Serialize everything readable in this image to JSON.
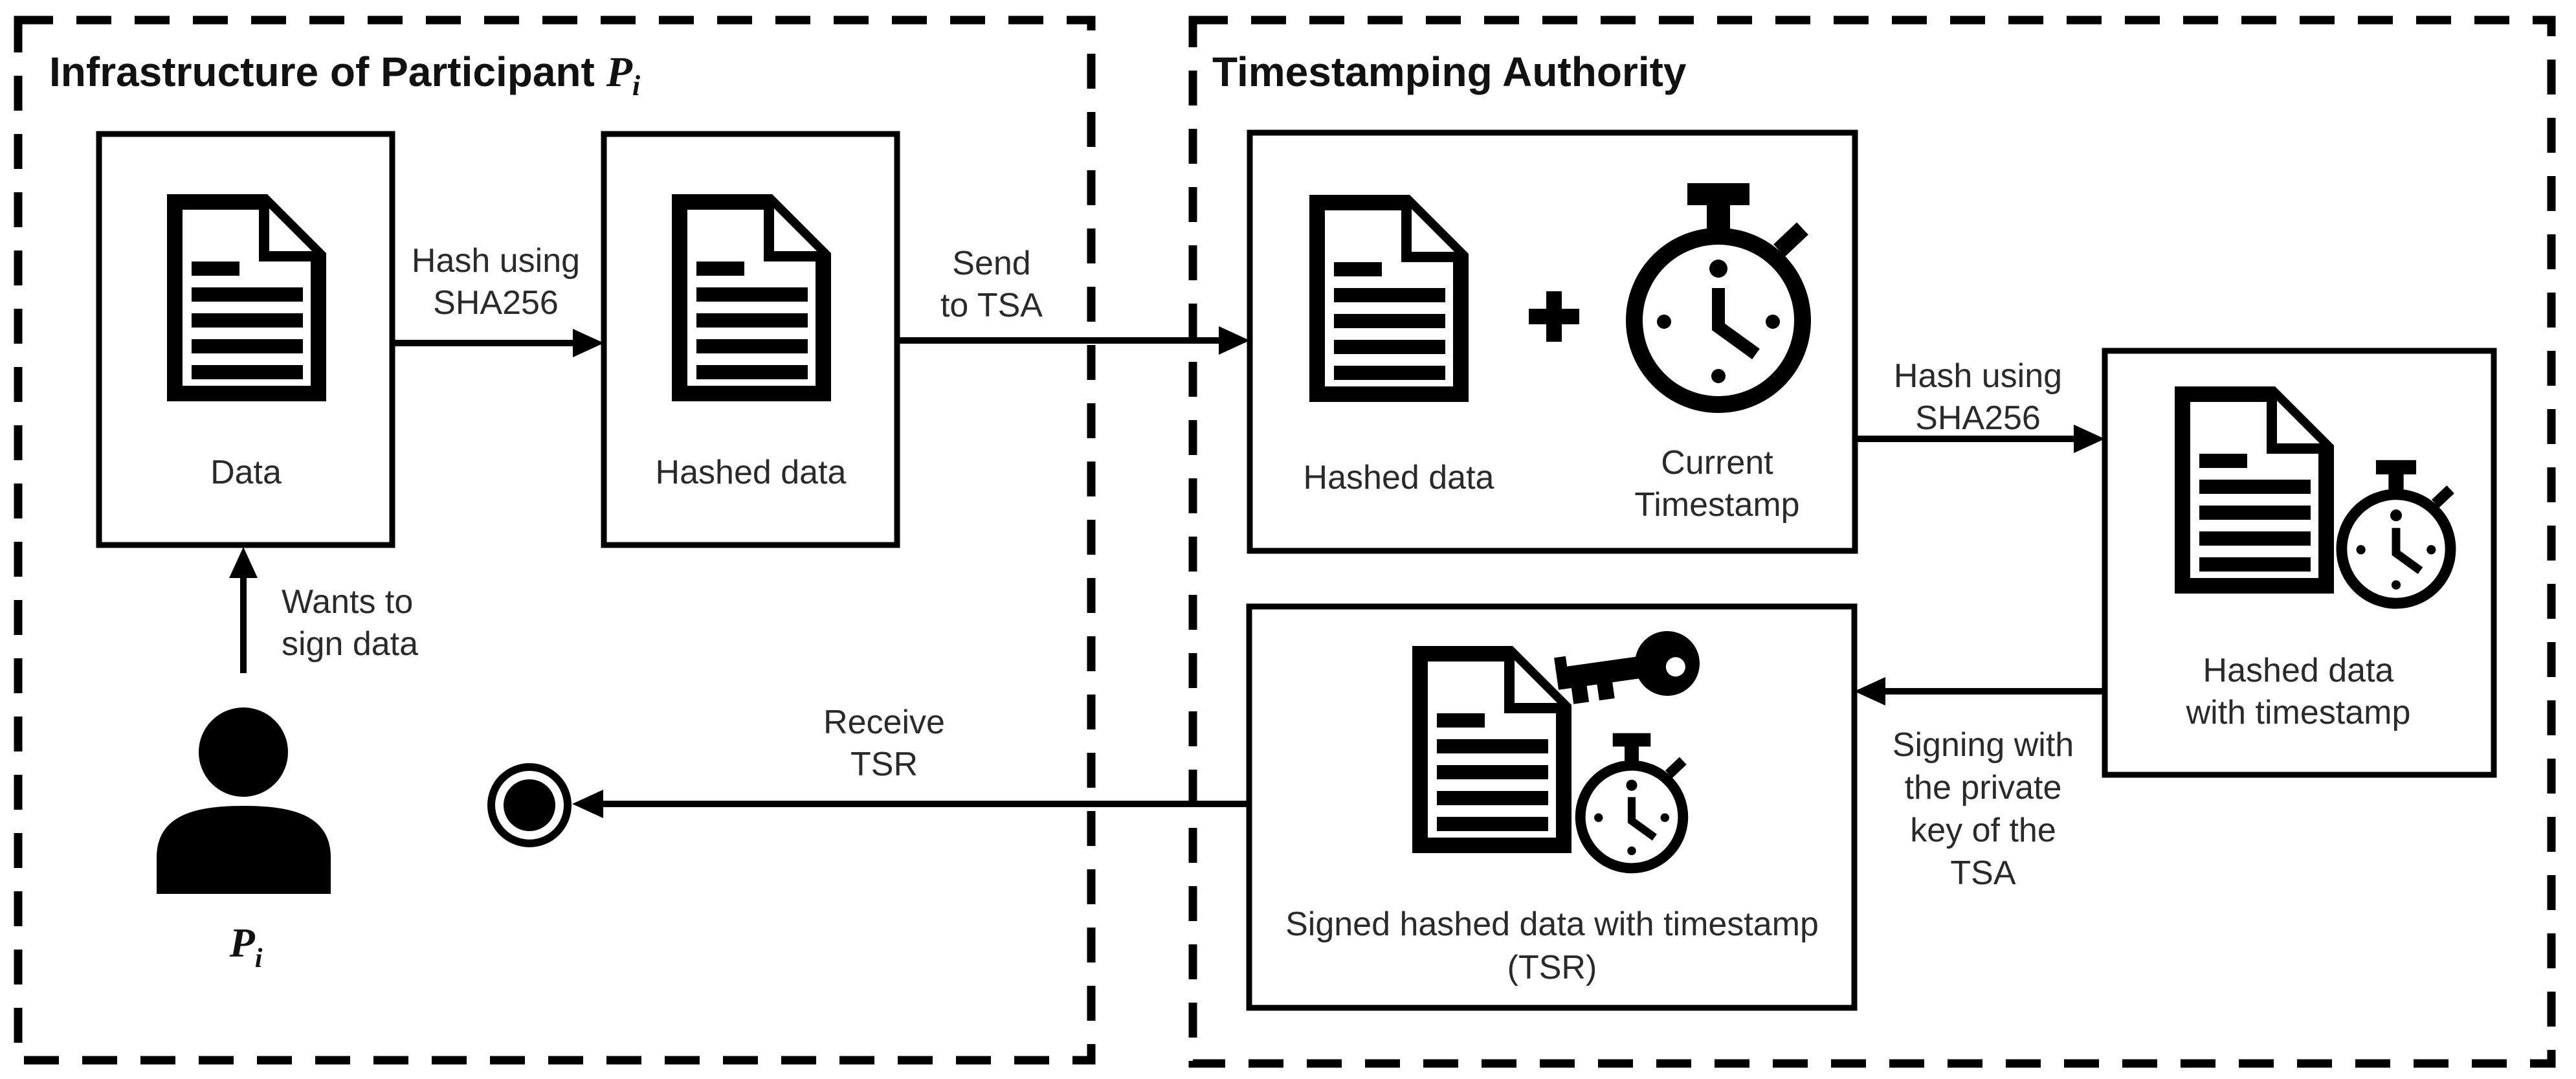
{
  "diagram": {
    "background_color": "#ffffff",
    "ink_color": "#000000",
    "label_color": "#2a2a2a",
    "participant": {
      "title_prefix": "Infrastructure of Participant ",
      "title_symbol": "P",
      "title_symbol_sub": "i",
      "data_box_label": "Data",
      "hashed_box_label": "Hashed data",
      "hash_arrow_line1": "Hash using",
      "hash_arrow_line2": "SHA256",
      "send_arrow_line1": "Send",
      "send_arrow_line2": "to TSA",
      "wants_line1": "Wants to",
      "wants_line2": "sign data",
      "receive_line1": "Receive",
      "receive_line2": "TSR",
      "actor_symbol": "P",
      "actor_symbol_sub": "i"
    },
    "tsa": {
      "title": "Timestamping Authority",
      "combine_doc_label": "Hashed data",
      "plus_sign": "+",
      "current_line1": "Current",
      "current_line2": "Timestamp",
      "hash_arrow_line1": "Hash using",
      "hash_arrow_line2": "SHA256",
      "hashed_ts_line1": "Hashed data",
      "hashed_ts_line2": "with timestamp",
      "signing_line1": "Signing with",
      "signing_line2": "the private",
      "signing_line3": "key of the",
      "signing_line4": "TSA",
      "signed_line1": "Signed hashed data with timestamp",
      "signed_line2": "(TSR)"
    }
  }
}
